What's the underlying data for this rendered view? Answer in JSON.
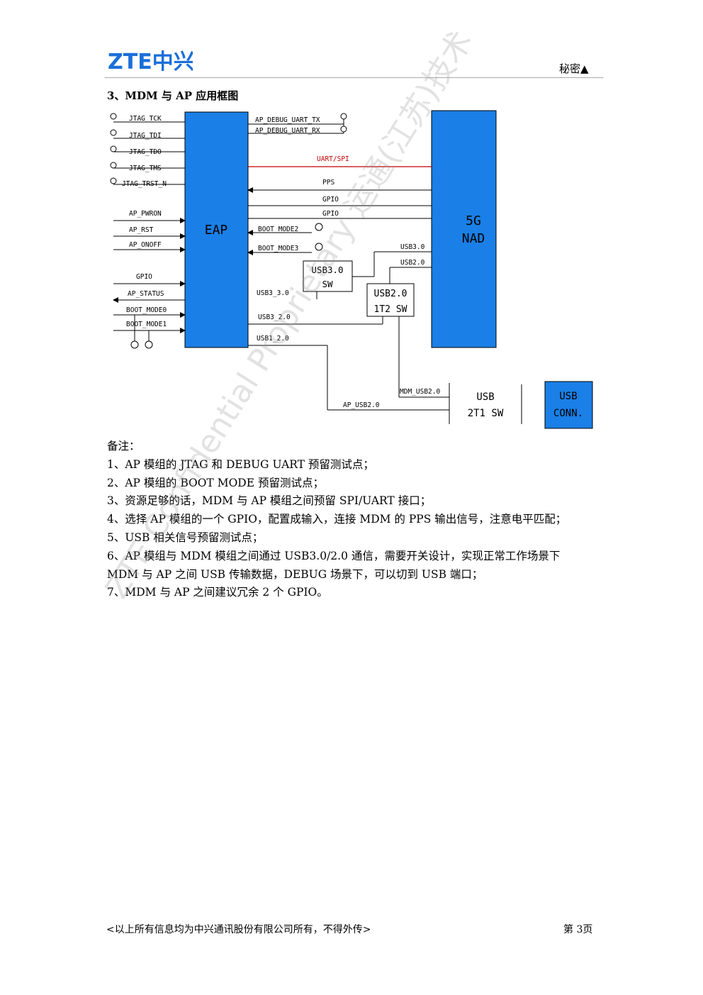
{
  "header": {
    "logo_text": "ZTE中兴",
    "confidential": "秘密▲"
  },
  "section": {
    "title": "3、MDM 与 AP 应用框图"
  },
  "diagram": {
    "eap_label": "EAP",
    "nad_label_1": "5G",
    "nad_label_2": "NAD",
    "jtag_labels": [
      "JTAG_TCK",
      "JTAG_TDI",
      "JTAG_TDO",
      "JTAG_TMS",
      "JTAG_TRST_N"
    ],
    "ap_debug_tx": "AP_DEBUG_UART_TX",
    "ap_debug_rx": "AP_DEBUG_UART_RX",
    "uart_spi": "UART/SPI",
    "pps": "PPS",
    "gpio_a": "GPIO",
    "gpio_b": "GPIO",
    "gpio_left": "GPIO",
    "boot_mode2": "BOOT_MODE2",
    "boot_mode3": "BOOT_MODE3",
    "ap_pwron": "AP_PWRON",
    "ap_rst": "AP_RST",
    "ap_onoff": "AP_ONOFF",
    "ap_status": "AP_STATUS",
    "boot_mode0": "BOOT_MODE0",
    "boot_mode1": "BOOT_MODE1",
    "usb30": "USB3.0",
    "usb20": "USB2.0",
    "usb3_30": "USB3_3.0",
    "usb3_20": "USB3_2.0",
    "usb1_20": "USB1_2.0",
    "usb30_sw_1": "USB3.0",
    "usb30_sw_2": "SW",
    "usb20_sw_1": "USB2.0",
    "usb20_sw_2": "1T2 SW",
    "mdm_usb20": "MDM_USB2.0",
    "ap_usb20": "AP_USB2.0",
    "usb_2t1_1": "USB",
    "usb_2t1_2": "2T1 SW",
    "usb_conn_1": "USB",
    "usb_conn_2": "CONN.",
    "blue": "#1a7fe6",
    "red": "#c00000"
  },
  "notes": {
    "heading": "备注：",
    "items": [
      "1、AP 模组的 JTAG 和 DEBUG UART 预留测试点；",
      "2、AP 模组的 BOOT MODE 预留测试点；",
      "3、资源足够的话，MDM 与 AP 模组之间预留 SPI/UART 接口；",
      "4、选择 AP 模组的一个 GPIO，配置成输入，连接 MDM 的 PPS 输出信号，注意电平匹配；",
      "5、USB 相关信号预留测试点；",
      "6、AP 模组与 MDM 模组之间通过 USB3.0/2.0 通信，需要开关设计，实现正常工作场景下",
      "MDM 与 AP 之间 USB 传输数据，DEBUG 场景下，可以切到 USB 端口；",
      "7、MDM 与 AP 之间建议冗余 2 个 GPIO。"
    ]
  },
  "footer": {
    "left": "<以上所有信息均为中兴通讯股份有限公司所有，不得外传>",
    "right": "第 3页"
  },
  "watermark": "ZTE Confidential Proprietary 运通(江苏)技术"
}
